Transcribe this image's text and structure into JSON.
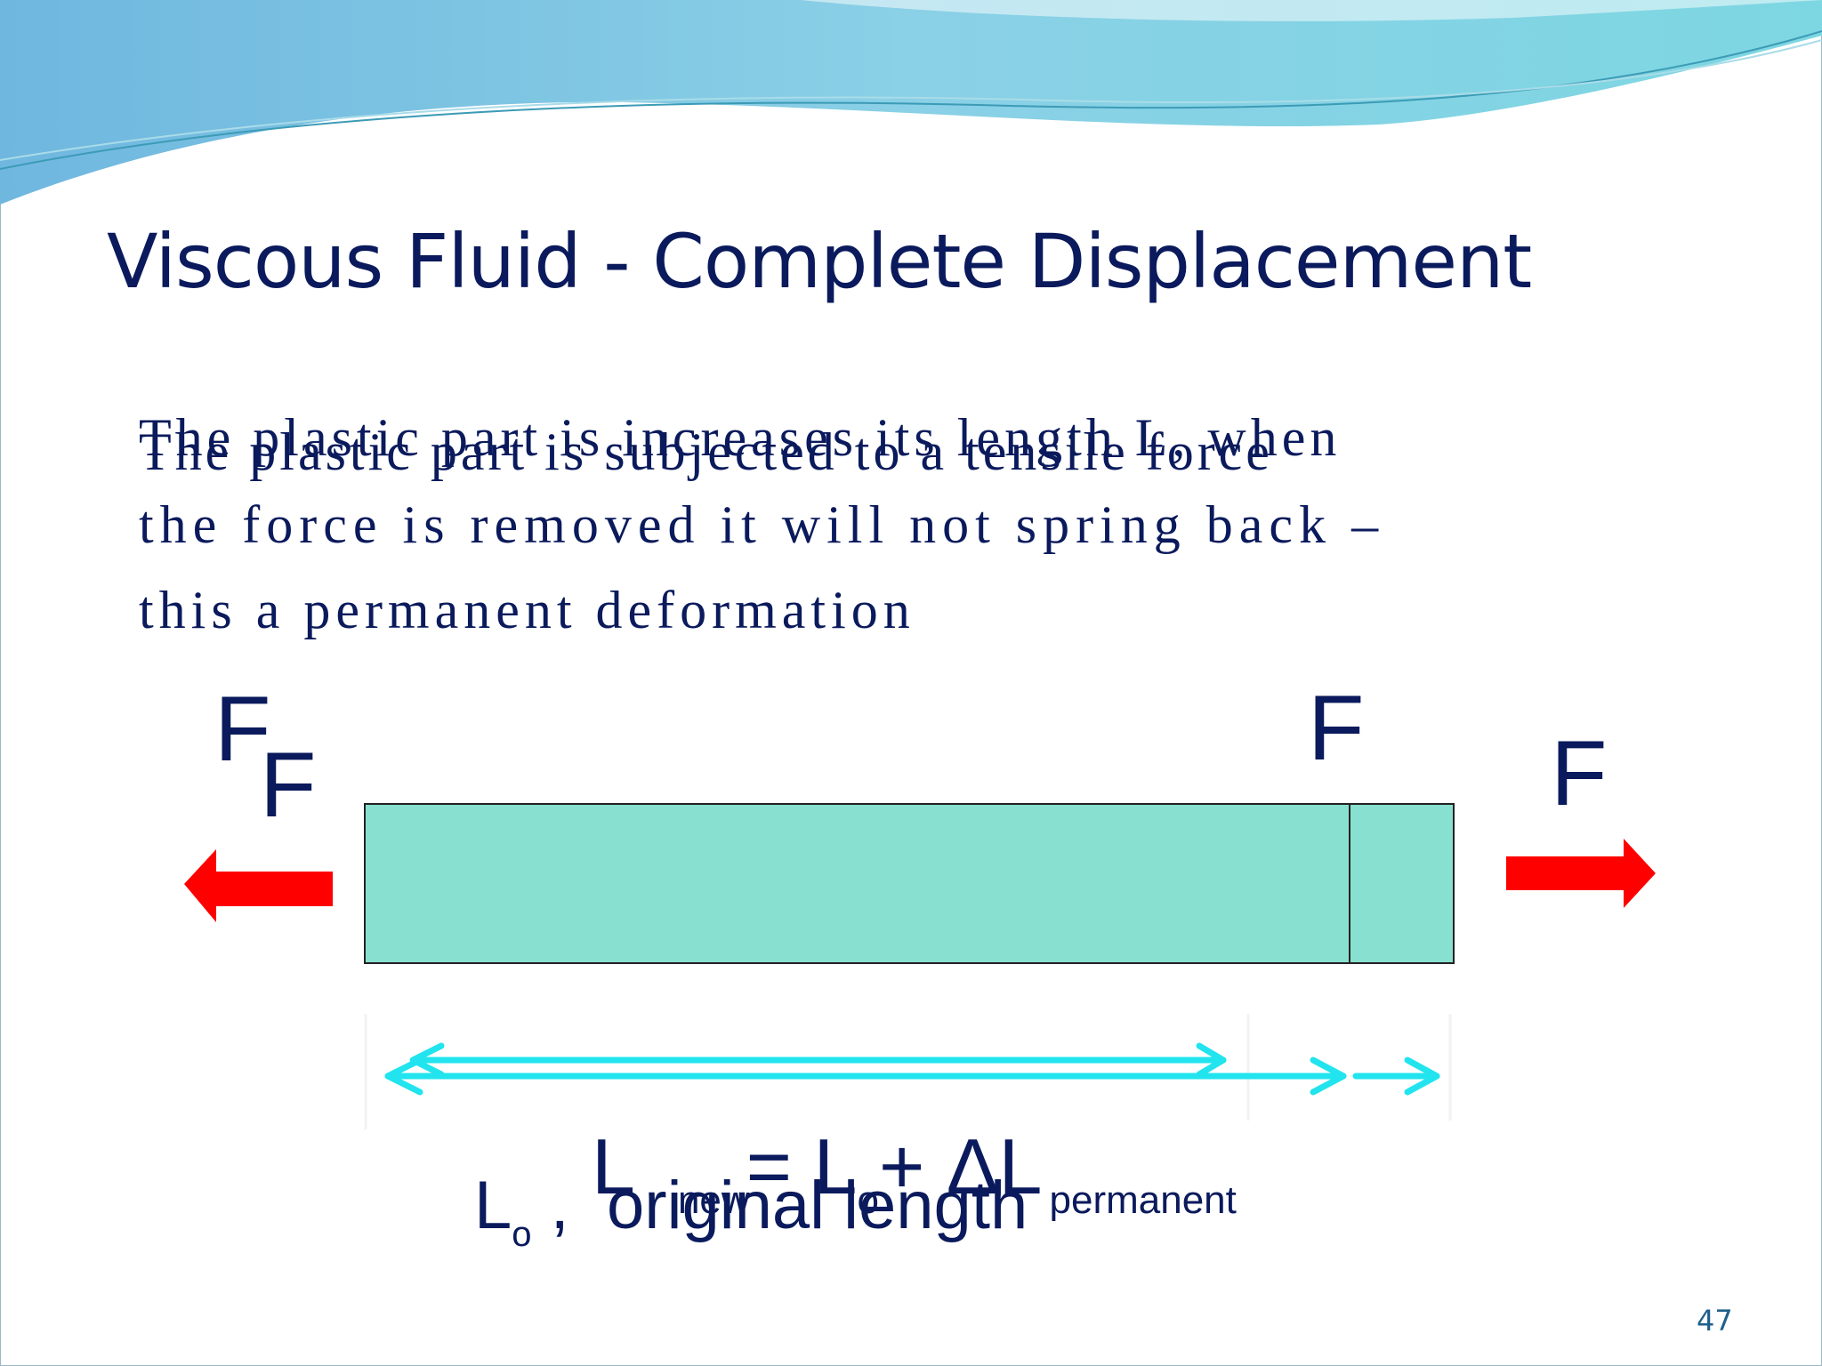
{
  "slide": {
    "title": "Viscous Fluid  - Complete Displacement",
    "body_line1_a": "The plastic part is increases its length L, when",
    "body_line1_b": "The plastic part is subjected to a tensile force",
    "body_line2": "the force is removed it will not spring back –",
    "body_line3": "this a permanent deformation",
    "page_number": "47"
  },
  "diagram": {
    "force_labels": [
      "F",
      "F",
      "F",
      "F"
    ],
    "equation": {
      "main": "L",
      "sub_new": "new",
      "eq": "= L",
      "sub_o": "o",
      "plus": "+ ΔL",
      "sub_perm": "permanent"
    },
    "original_length": {
      "L": "L",
      "sub": "o",
      "rest": " ,  original length"
    },
    "colors": {
      "bar": "#88e0d0",
      "arrow": "#ff0000",
      "dimension": "#22e4ee",
      "text": "#0a1a5c"
    }
  }
}
